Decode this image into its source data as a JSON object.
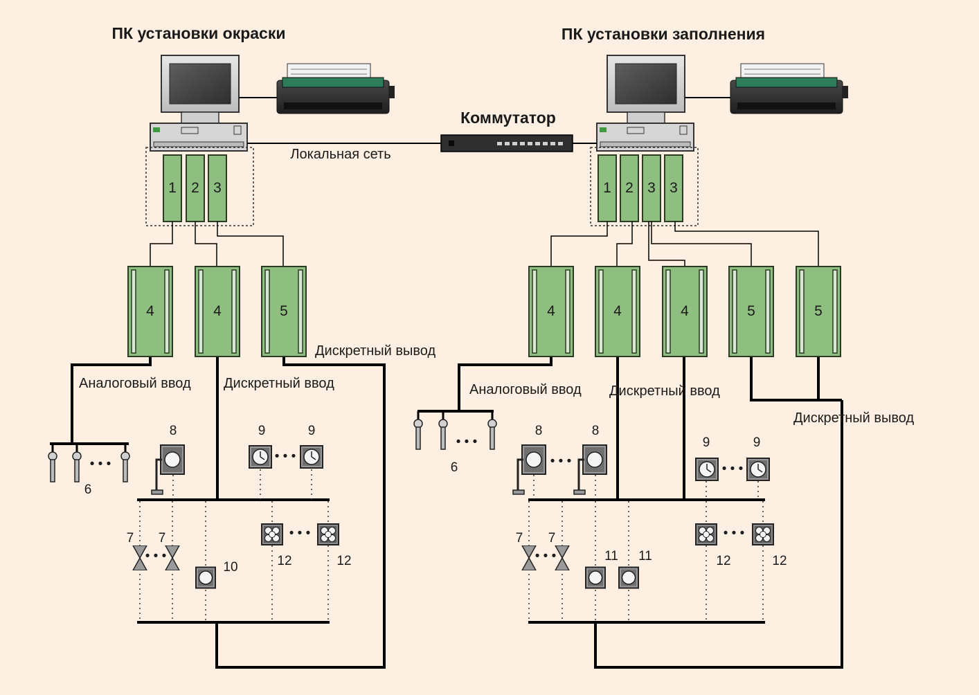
{
  "titles": {
    "left_pc": "ПК установки окраски",
    "right_pc": "ПК установки заполнения"
  },
  "network": {
    "switch": "Коммутатор",
    "lan": "Локальная сеть"
  },
  "labels": {
    "analog_input": "Аналоговый ввод",
    "discrete_input": "Дискретный ввод",
    "discrete_output": "Дискретный вывод"
  },
  "left": {
    "cards": [
      "1",
      "2",
      "3"
    ],
    "modules": [
      "4",
      "4",
      "5"
    ],
    "sensor_group": "6",
    "meter": "8",
    "clocks": [
      "9",
      "9"
    ],
    "valves": [
      "7",
      "7"
    ],
    "device": "10",
    "fans": [
      "12",
      "12"
    ]
  },
  "right": {
    "cards": [
      "1",
      "2",
      "3",
      "3"
    ],
    "modules": [
      "4",
      "4",
      "4",
      "5",
      "5"
    ],
    "sensor_group": "6",
    "meters": [
      "8",
      "8"
    ],
    "clocks": [
      "9",
      "9"
    ],
    "valves": [
      "7",
      "7"
    ],
    "devices": [
      "11",
      "11"
    ],
    "fans": [
      "12",
      "12"
    ]
  },
  "symbols": {
    "ellipsis": "• • •"
  },
  "colors": {
    "background": "#fdf0e2",
    "module_green": "#8fbf80",
    "wire": "#000000"
  }
}
